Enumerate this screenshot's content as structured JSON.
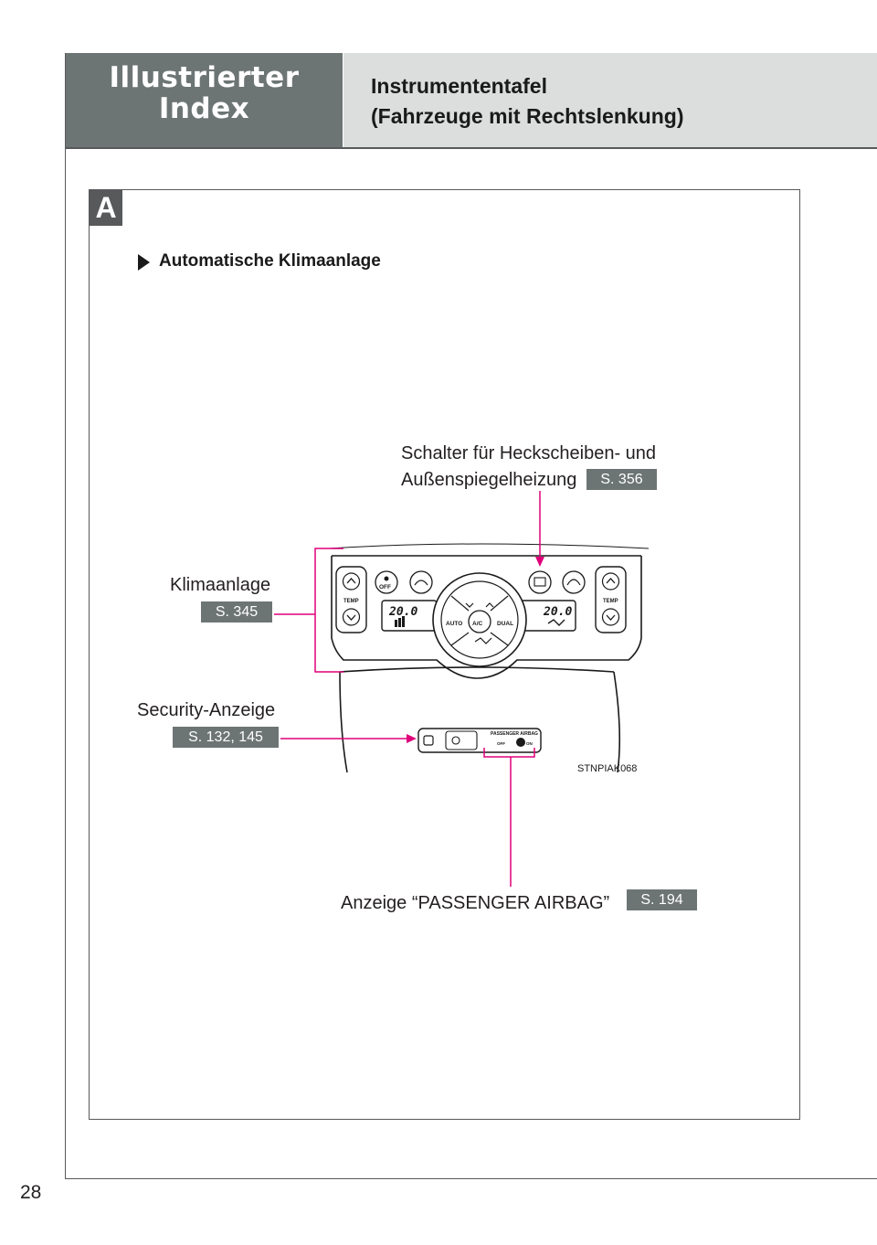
{
  "header": {
    "section_title_line1": "Illustrierter",
    "section_title_line2": "Index",
    "page_title_line1": "Instrumententafel",
    "page_title_line2": "(Fahrzeuge mit Rechtslenkung)"
  },
  "section": {
    "letter": "A",
    "subtitle": "Automatische Klimaanlage"
  },
  "callouts": {
    "rear_defogger": {
      "label_line1": "Schalter für Heckscheiben- und",
      "label_line2": "Außenspiegelheizung",
      "ref": "S. 356"
    },
    "climate": {
      "label": "Klimaanlage",
      "ref": "S. 345"
    },
    "security": {
      "label": "Security-Anzeige",
      "ref": "S. 132, 145"
    },
    "airbag": {
      "label": "Anzeige “PASSENGER AIRBAG”",
      "ref": "S. 194"
    }
  },
  "figure": {
    "code": "STNPIAK068",
    "display_left": "20.0",
    "display_right": "20.0",
    "btn_off": "OFF",
    "btn_auto": "AUTO",
    "btn_ac": "A/C",
    "btn_dual": "DUAL",
    "temp_label": "TEMP",
    "airbag_text": "PASSENGER  AIRBAG",
    "airbag_off": "OFF",
    "airbag_on": "ON"
  },
  "page_number": "28",
  "colors": {
    "header_dark": "#6d7574",
    "header_light": "#dcdedd",
    "callout_line": "#e0007a"
  }
}
